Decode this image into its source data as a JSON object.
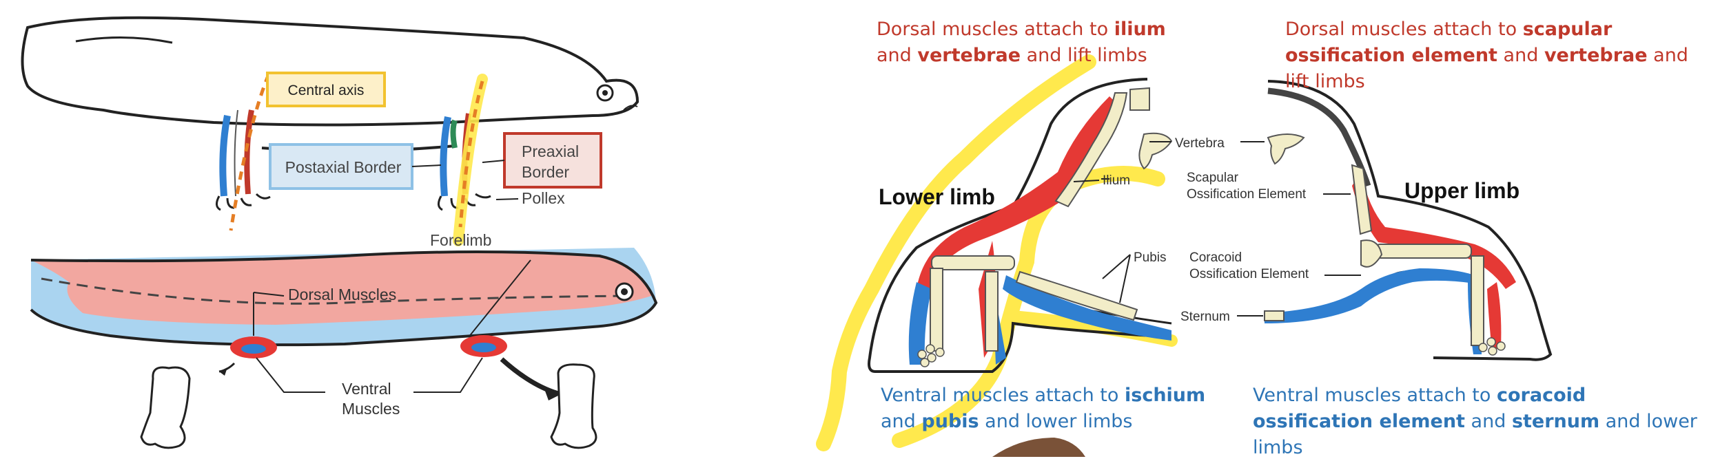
{
  "colors": {
    "dorsal_text": "#c0392b",
    "ventral_text": "#2e75b6",
    "dorsal_muscle": "#e53935",
    "ventral_muscle": "#2f7fd1",
    "highlight": "#ffe94d",
    "axis_line": "#e57e25"
  },
  "left_panel": {
    "central_axis": "Central axis",
    "postaxial_border": "Postaxial Border",
    "preaxial_border": "Preaxial Border",
    "pollex": "Pollex",
    "forelimb": "Forelimb",
    "dorsal_muscles": "Dorsal Muscles",
    "ventral_muscles": "Ventral Muscles"
  },
  "lower_limb": {
    "title": "Lower limb",
    "ilium": "Ilium",
    "pubis": "Pubis",
    "dorsal_note": {
      "p1": "Dorsal muscles attach to ",
      "b1": "ilium",
      "p2": " and ",
      "b2": "vertebrae",
      "p3": " and lift limbs"
    },
    "ventral_note": {
      "p1": "Ventral muscles attach to ",
      "b1": "ischium",
      "p2": " and ",
      "b2": "pubis",
      "p3": " and lower limbs"
    }
  },
  "upper_limb": {
    "title": "Upper limb",
    "vertebra": "Vertebra",
    "scapular_1": "Scapular",
    "scapular_2": "Ossification Element",
    "coracoid_1": "Coracoid",
    "coracoid_2": "Ossification Element",
    "sternum": "Sternum",
    "dorsal_note": {
      "p1": "Dorsal muscles attach to ",
      "b1": "scapular ossification element",
      "p2": " and ",
      "b2": "vertebrae",
      "p3": " and lift limbs"
    },
    "ventral_note": {
      "p1": "Ventral muscles attach to ",
      "b1": "coracoid ossification element",
      "p2": "  and ",
      "b2": "sternum",
      "p3": " and lower limbs"
    }
  }
}
